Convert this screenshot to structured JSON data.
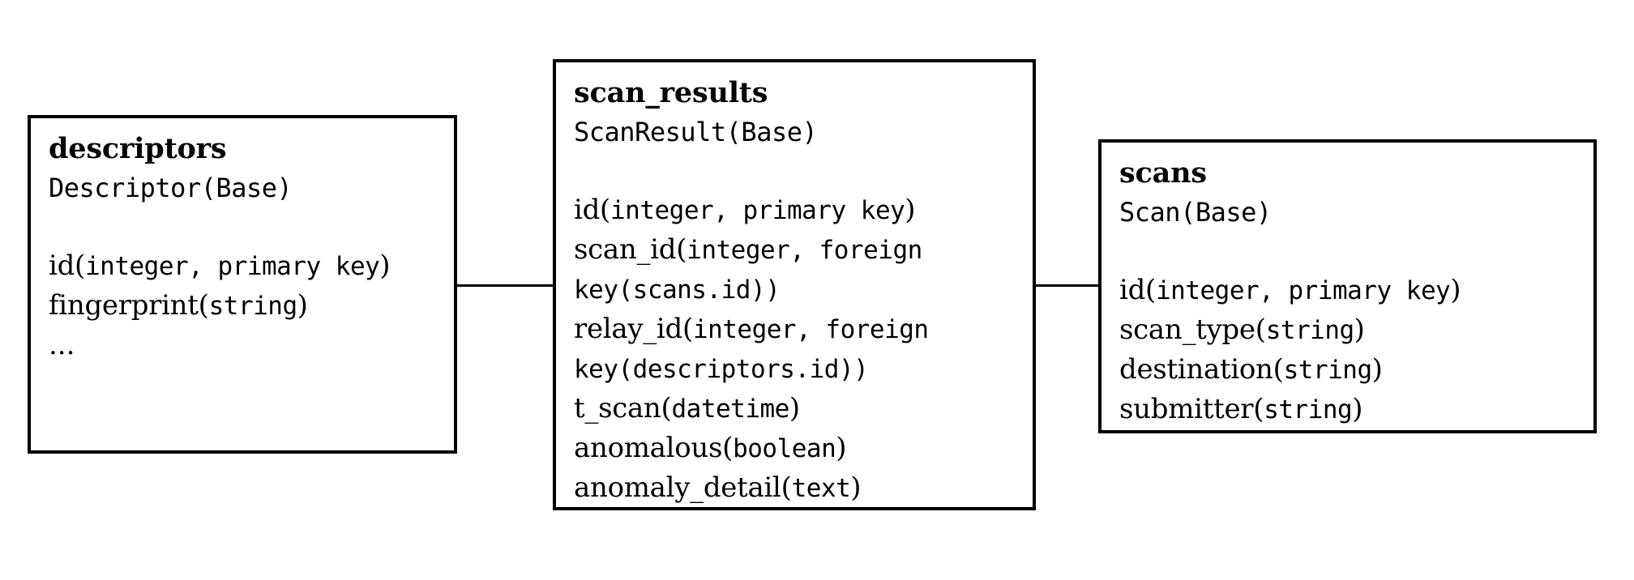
{
  "diagram": {
    "title": "database-schema-er-diagram",
    "background_color": "#ffffff",
    "line_color": "#000000",
    "entities": [
      {
        "id": "descriptors",
        "table_name": "descriptors",
        "class_name": "Descriptor(Base)",
        "fields": [
          {
            "name": "id",
            "type": "integer, primary key"
          },
          {
            "name": "fingerprint",
            "type": "string"
          }
        ],
        "truncation": "..."
      },
      {
        "id": "scan_results",
        "table_name": "scan_results",
        "class_name": "ScanResult(Base)",
        "fields": [
          {
            "name": "id",
            "type": "integer, primary key"
          },
          {
            "name": "scan_id",
            "type": "integer, foreign",
            "type_cont": "key(scans.id))",
            "wrapped": true
          },
          {
            "name": "relay_id",
            "type": "integer, foreign",
            "type_cont": "key(descriptors.id))",
            "wrapped": true
          },
          {
            "name": "t_scan",
            "type": "datetime"
          },
          {
            "name": "anomalous",
            "type": "boolean"
          },
          {
            "name": "anomaly_detail",
            "type": "text"
          }
        ]
      },
      {
        "id": "scans",
        "table_name": "scans",
        "class_name": "Scan(Base)",
        "fields": [
          {
            "name": "id",
            "type": "integer, primary key"
          },
          {
            "name": "scan_type",
            "type": "string"
          },
          {
            "name": "destination",
            "type": "string"
          },
          {
            "name": "submitter",
            "type": "string"
          }
        ]
      }
    ],
    "relations": [
      {
        "from": "descriptors",
        "to": "scan_results",
        "label": ""
      },
      {
        "from": "scan_results",
        "to": "scans",
        "label": ""
      }
    ],
    "punctuation": {
      "open_paren": "(",
      "close_paren": ")"
    }
  }
}
